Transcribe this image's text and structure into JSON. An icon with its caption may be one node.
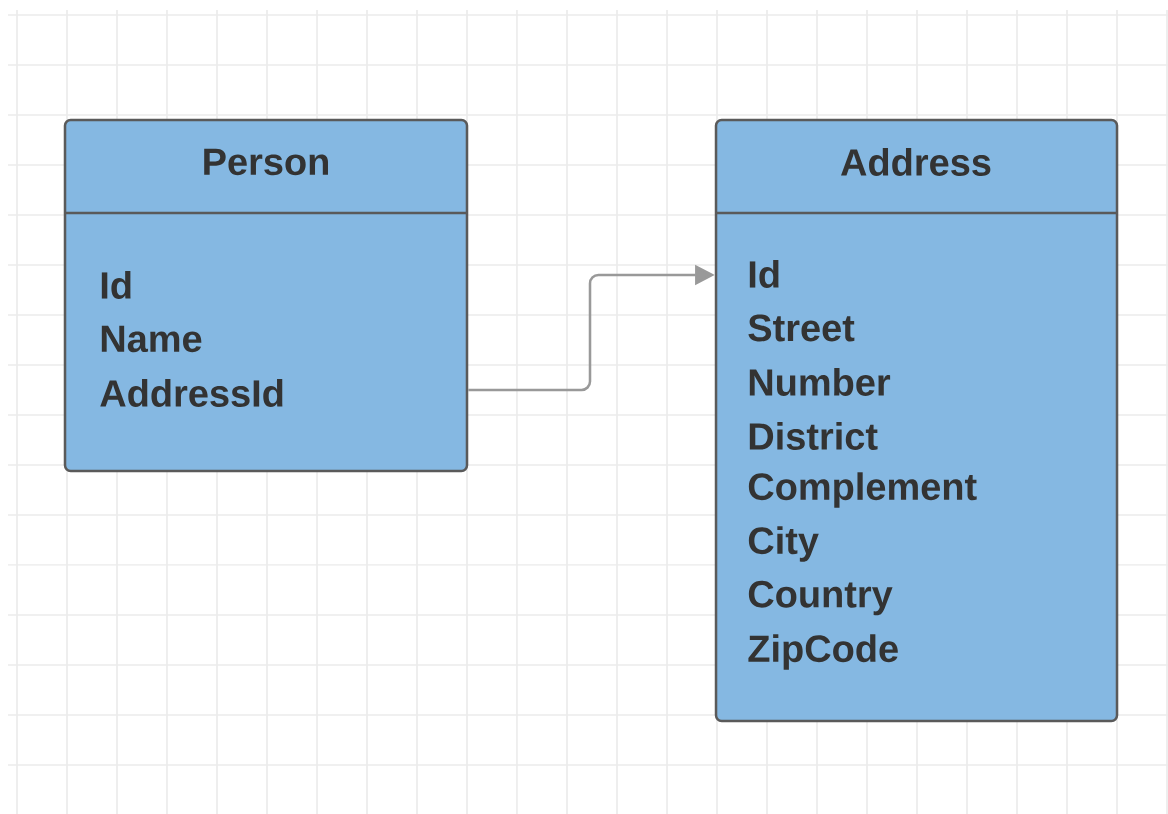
{
  "diagram": {
    "nodes": [
      {
        "text": [
          "Person",
          "Id",
          "Name",
          "AddressId"
        ]
      },
      {
        "text": [
          "Address",
          "Id",
          "Street",
          "Number",
          "District",
          "Complement",
          "City",
          "Country",
          "ZipCode"
        ]
      }
    ],
    "edges": [
      {
        "from": 0,
        "to": 1,
        "arrow": "to",
        "color": "#999999"
      }
    ]
  }
}
